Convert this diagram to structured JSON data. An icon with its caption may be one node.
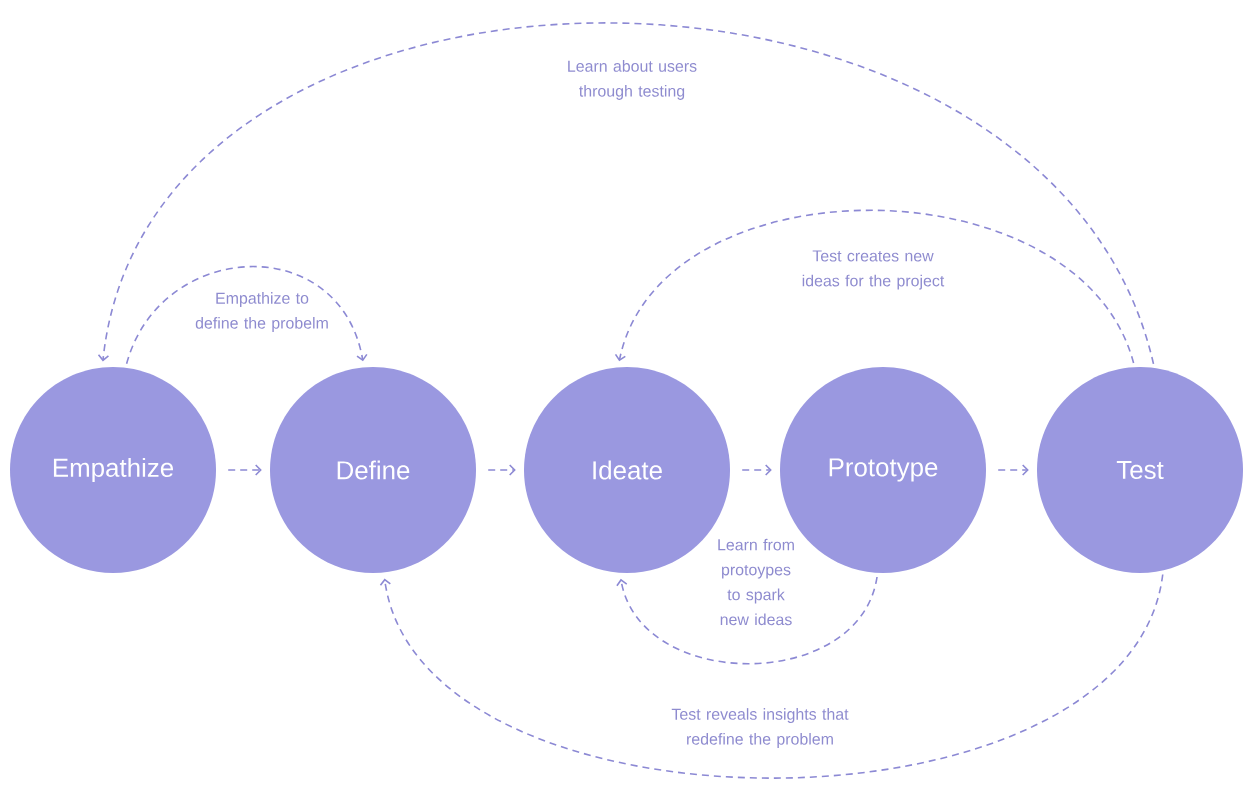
{
  "diagram": {
    "nodes": [
      {
        "text": [
          "Empathize"
        ]
      },
      {
        "text": [
          "Define"
        ]
      },
      {
        "text": [
          "Ideate"
        ]
      },
      {
        "text": [
          "Prototype"
        ]
      },
      {
        "text": [
          "Test"
        ]
      }
    ],
    "edges": [
      {
        "from": 0,
        "to": 1,
        "arrow": "to"
      },
      {
        "from": 1,
        "to": 2,
        "arrow": "to"
      },
      {
        "from": 2,
        "to": 3,
        "arrow": "to"
      },
      {
        "from": 3,
        "to": 4,
        "arrow": "to"
      },
      {
        "from": 0,
        "to": 1,
        "arrow": "to",
        "label": "Empathize to define the probelm"
      },
      {
        "from": 4,
        "to": 0,
        "arrow": "to",
        "label": "Learn about users through testing"
      },
      {
        "from": 4,
        "to": 2,
        "arrow": "to",
        "label": "Test creates new ideas for the project"
      },
      {
        "from": 3,
        "to": 2,
        "arrow": "to",
        "label": "Learn from protoypes to spark new ideas"
      },
      {
        "from": 4,
        "to": 1,
        "arrow": "to",
        "label": "Test reveals insights that redefine the problem"
      }
    ]
  }
}
